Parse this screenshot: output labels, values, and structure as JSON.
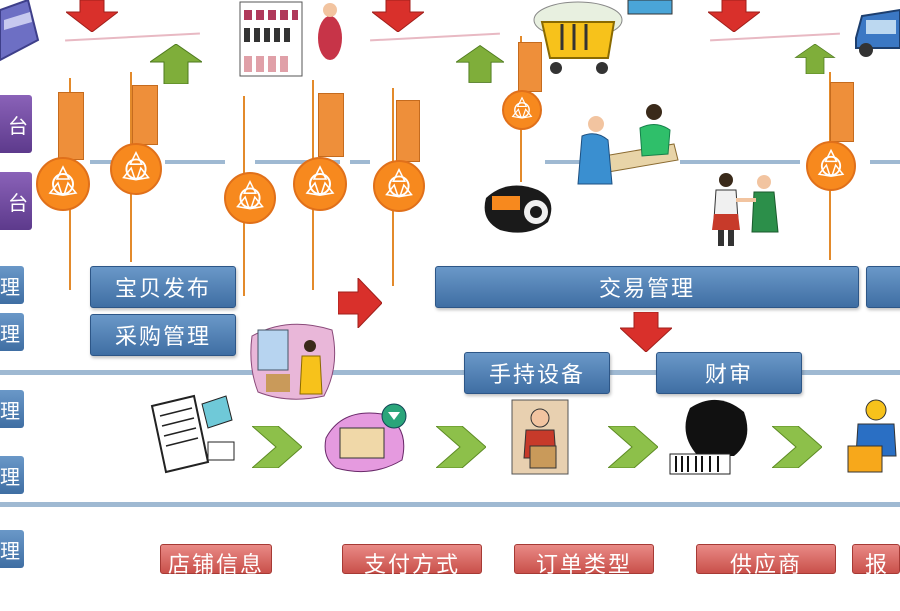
{
  "left_labels": [
    "台",
    "台",
    "理",
    "理",
    "理",
    "理",
    "理"
  ],
  "modules": {
    "publish": "宝贝发布",
    "purchase": "采购管理",
    "trade": "交易管理",
    "handheld": "手持设备",
    "audit": "财审"
  },
  "bottom_tabs": [
    "店铺信息",
    "支付方式",
    "订单类型",
    "供应商",
    "报表"
  ],
  "colors": {
    "line": "#9fb9d2",
    "gear": "#f7891e",
    "module_blue": "#4f7fb4",
    "tab_red": "#d4625c",
    "arrow_green": "#7fae3a",
    "arrow_red": "#d9302b"
  },
  "icons": {
    "gear": "orange-gear-icon",
    "down_arrow": "red-down-arrow-icon",
    "up_arrow": "green-up-arrow-icon",
    "right_arrow": "red-right-arrow-icon",
    "chevron": "green-chevron-icon"
  }
}
